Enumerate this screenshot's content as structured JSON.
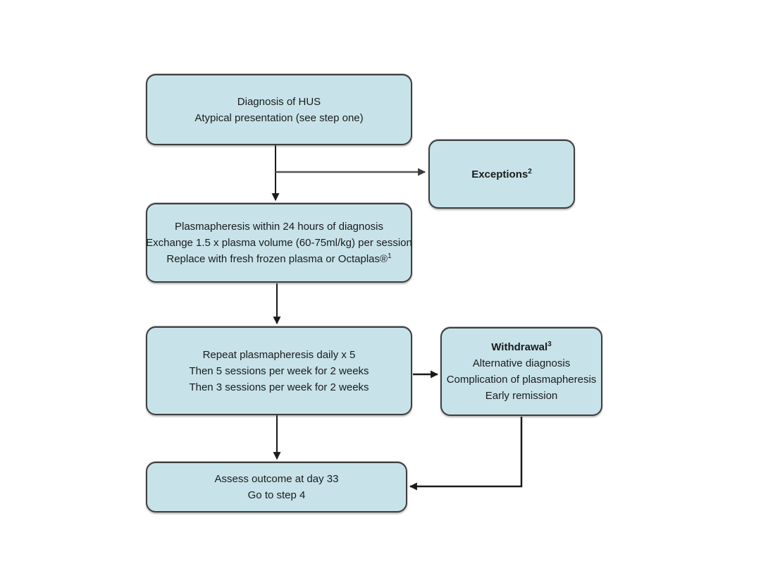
{
  "colors": {
    "node_fill": "#c7e3e9",
    "node_border": "#3f3f3f",
    "arrow_dark": "#1a1a1a",
    "arrow_gray": "#555555",
    "background": "#ffffff",
    "text": "#1b1b1b"
  },
  "nodes": {
    "diagnosis": {
      "lines": [
        "Diagnosis of HUS",
        "Atypical presentation (see step one)"
      ]
    },
    "exceptions": {
      "label": "Exceptions",
      "superscript": "2"
    },
    "plasmapheresis": {
      "lines": [
        "Plasmapheresis within 24 hours of diagnosis",
        "Exchange 1.5 x plasma volume (60-75ml/kg) per session",
        "Replace with fresh frozen plasma or Octaplas®"
      ],
      "superscript": "1"
    },
    "repeat_schedule": {
      "lines": [
        "Repeat plasmapheresis daily x 5",
        "Then 5 sessions per week for 2 weeks",
        "Then 3 sessions per week for 2 weeks"
      ]
    },
    "withdrawal": {
      "title": "Withdrawal",
      "superscript": "3",
      "lines": [
        "Alternative diagnosis",
        "Complication of plasmapheresis",
        "Early remission"
      ]
    },
    "assess": {
      "lines": [
        "Assess outcome at day 33",
        "Go to step 4"
      ]
    }
  }
}
